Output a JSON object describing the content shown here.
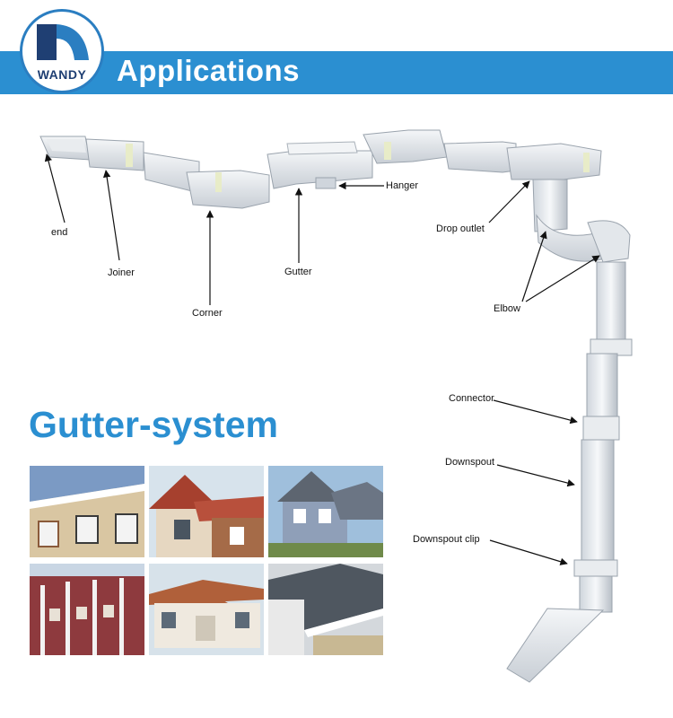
{
  "header": {
    "logo_text": "WANDY",
    "title": "Applications"
  },
  "section_title": "Gutter-system",
  "labels": {
    "end": "end",
    "joiner": "Joiner",
    "corner": "Corner",
    "gutter": "Gutter",
    "hanger": "Hanger",
    "drop_outlet": "Drop outlet",
    "elbow": "Elbow",
    "connector": "Connector",
    "downspout": "Downspout",
    "downspout_clip": "Downspout clip"
  },
  "colors": {
    "brand_blue": "#2b8fd1",
    "logo_navy": "#1f3f73",
    "gutter_white": "#eef1f4",
    "gutter_shadow": "#b9c0c8"
  },
  "photos": [
    "house-photo-1",
    "house-photo-2",
    "house-photo-3",
    "house-photo-4",
    "house-photo-5",
    "house-photo-6"
  ]
}
